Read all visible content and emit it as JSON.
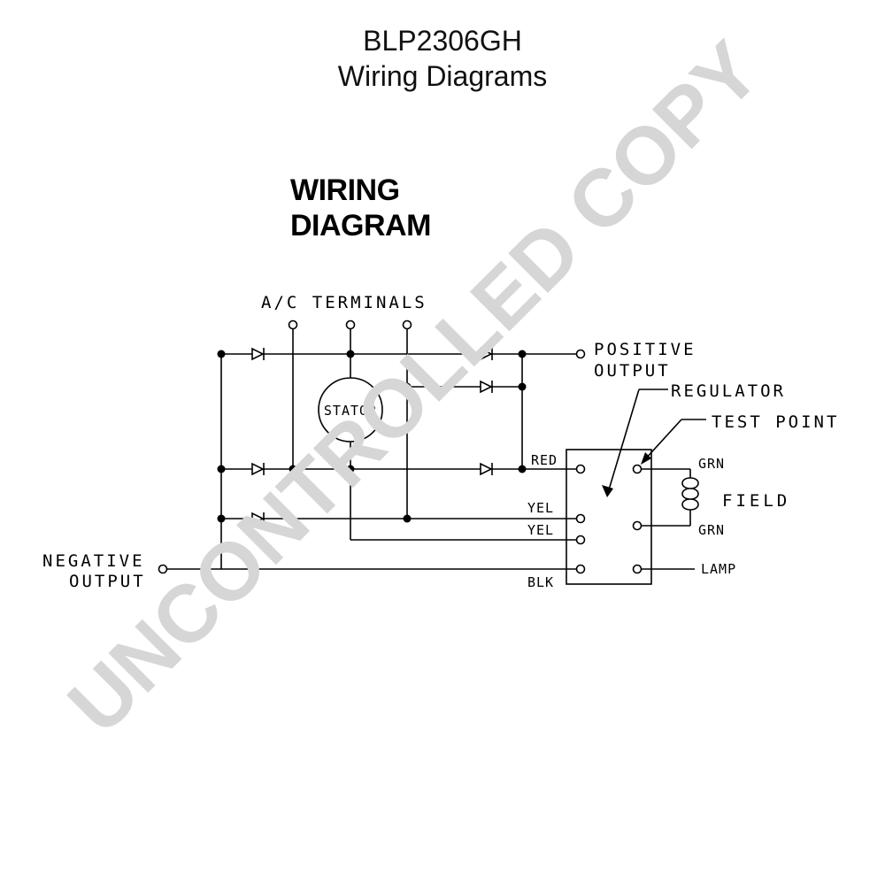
{
  "header": {
    "model": "BLP2306GH",
    "subtitle": "Wiring Diagrams"
  },
  "diagram_heading": {
    "line1": "WIRING",
    "line2": "DIAGRAM"
  },
  "watermark": "UNCONTROLLED COPY",
  "labels": {
    "ac_terminals": "A/C TERMINALS",
    "positive_output_1": "POSITIVE",
    "positive_output_2": "OUTPUT",
    "negative_output_1": "NEGATIVE",
    "negative_output_2": "OUTPUT",
    "stator": "STATOR",
    "regulator": "REGULATOR",
    "test_point": "TEST POINT",
    "field": "FIELD",
    "lamp": "LAMP"
  },
  "wire_colors": {
    "red": "RED",
    "yel_1": "YEL",
    "yel_2": "YEL",
    "blk": "BLK",
    "grn_top": "GRN",
    "grn_bottom": "GRN"
  },
  "colors": {
    "line": "#000000",
    "watermark": "#d6d6d6"
  }
}
